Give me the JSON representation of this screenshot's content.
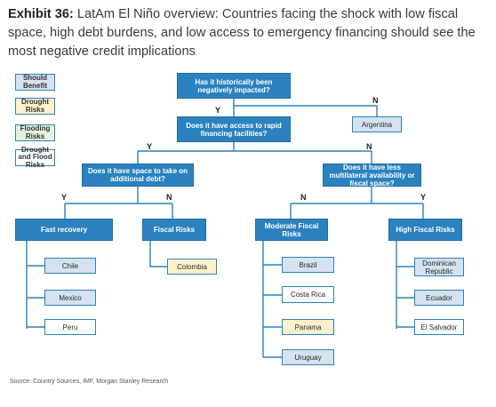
{
  "title": {
    "exhibit": "Exhibit 36:",
    "text": " LatAm El Niño overview: Countries facing the shock with low fiscal space, high debt burdens, and low access to emergency financing should see the most negative credit implications"
  },
  "colors": {
    "node_blue": "#2b82bf",
    "should_benefit": "#d5e2ef",
    "drought_risks": "#fff1cc",
    "flooding_risks": "#e4f2dc",
    "drought_and_flood_risks": "#ffffff"
  },
  "legend": {
    "should_benefit": "Should Benefit",
    "drought_risks": "Drought Risks",
    "flooding_risks": "Flooding Risks",
    "drought_flood_risks": "Drought and Flood Risks"
  },
  "questions": {
    "q1": "Has it historically been negatively impacted?",
    "q2": "Does it have access to rapid financing facilities?",
    "q3": "Does it have space to take on additional debt?",
    "q4": "Does it have less multilateral availability or fiscal space?"
  },
  "branches": {
    "q1_yes": "Y",
    "q1_no": "N",
    "q2_yes": "Y",
    "q2_no": "N",
    "q3_yes": "Y",
    "q3_no": "N",
    "q4_no": "N",
    "q4_yes": "Y"
  },
  "outcomes": {
    "argentina": "Argentina",
    "fast_recovery": "Fast recovery",
    "fiscal_risks": "Fiscal Risks",
    "moderate_fiscal_risks": "Moderate Fiscal Risks",
    "high_fiscal_risks": "High Fiscal Risks"
  },
  "countries": {
    "chile": "Chile",
    "mexico": "Mexico",
    "peru": "Peru",
    "colombia": "Colombia",
    "brazil": "Brazil",
    "costa_rica": "Costa Rica",
    "panama": "Panama",
    "uruguay": "Uruguay",
    "dominican_republic": "Dominican Republic",
    "ecuador": "Ecuador",
    "el_salvador": "El Salvador"
  },
  "source": "Source: Country Sources, IMF, Morgan Stanley Research"
}
